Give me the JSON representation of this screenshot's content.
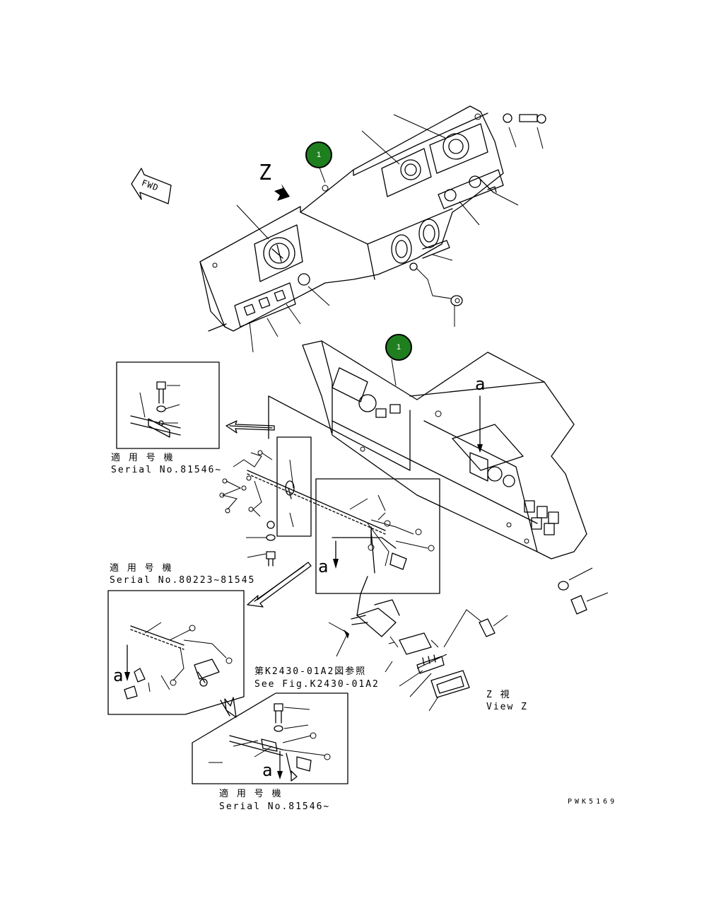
{
  "callouts": [
    {
      "label": "1"
    },
    {
      "label": "1"
    }
  ],
  "view_marker": "Z",
  "fwd_label": "FWD",
  "arrow_letter": "a",
  "notes": {
    "applicable_1_ja": "適 用 号 機",
    "applicable_1_en": "Serial No.81546~",
    "applicable_2_ja": "適 用 号 機",
    "applicable_2_en": "Serial No.80223~81545",
    "applicable_3_ja": "適 用 号 機",
    "applicable_3_en": "Serial No.81546~",
    "see_fig_ja": "第K2430-01A2図参照",
    "see_fig_en": "See Fig.K2430-01A2",
    "view_z_ja": "Z 視",
    "view_z_en": "View Z"
  },
  "drawing_code": "PWK5169"
}
